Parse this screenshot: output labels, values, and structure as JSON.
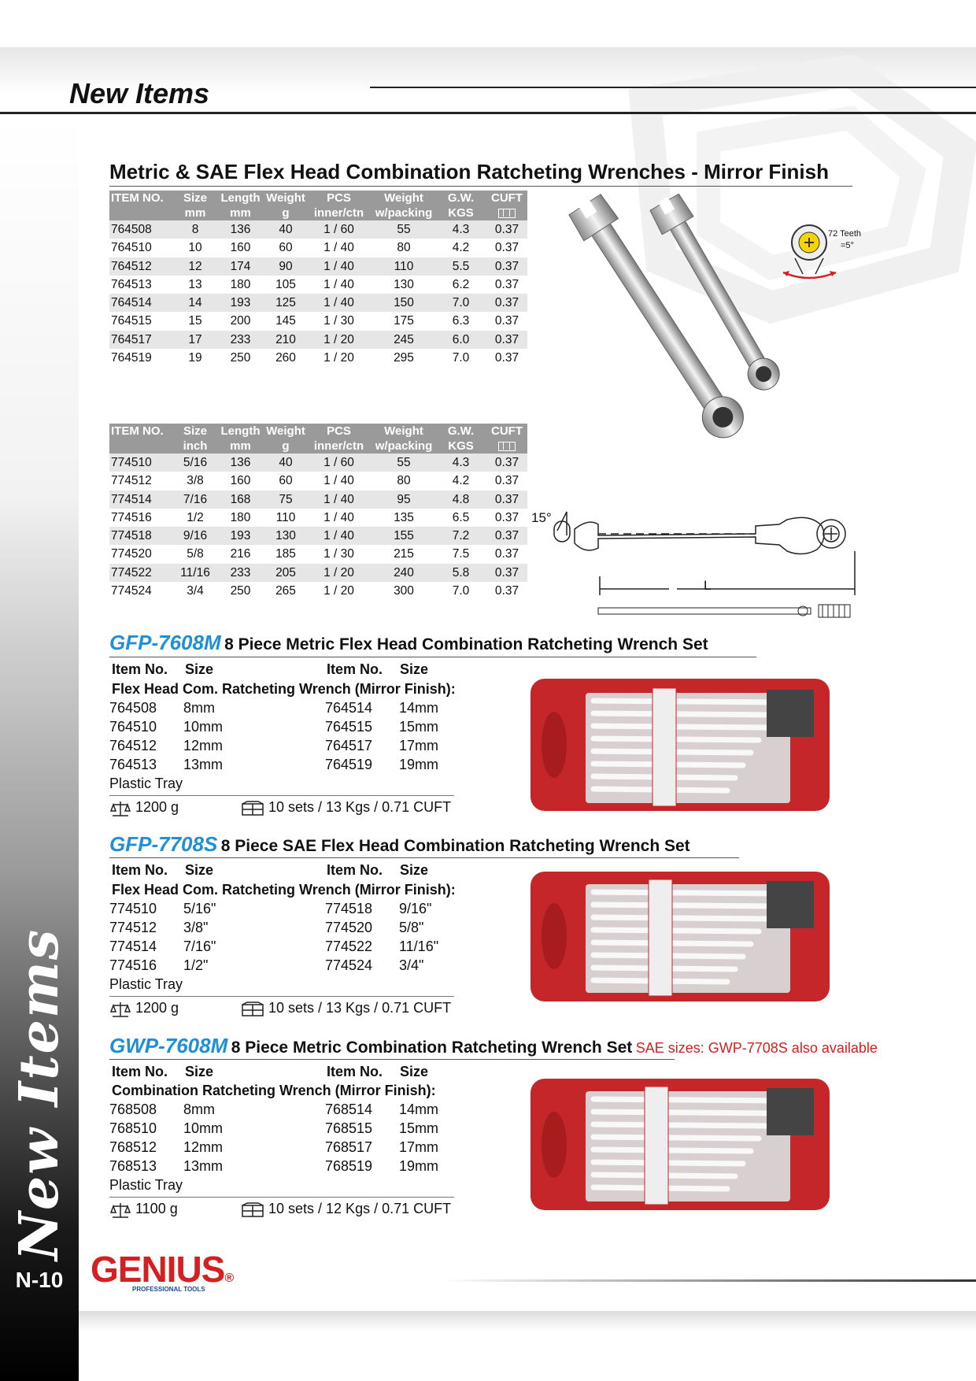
{
  "header": {
    "title": "New Items",
    "side_title": "New Items",
    "page_number": "N-10"
  },
  "section": {
    "title": "Metric & SAE Flex Head Combination Ratcheting Wrenches - Mirror Finish"
  },
  "metric_table": {
    "headers_top": [
      "ITEM NO.",
      "Size",
      "Length",
      "Weight",
      "PCS",
      "Weight",
      "G.W.",
      "CUFT"
    ],
    "headers_bottom": [
      "",
      "mm",
      "mm",
      "g",
      "inner/ctn",
      "w/packing",
      "KGS",
      ""
    ],
    "rows": [
      [
        "764508",
        "8",
        "136",
        "40",
        "1 / 60",
        "55",
        "4.3",
        "0.37"
      ],
      [
        "764510",
        "10",
        "160",
        "60",
        "1 / 40",
        "80",
        "4.2",
        "0.37"
      ],
      [
        "764512",
        "12",
        "174",
        "90",
        "1 / 40",
        "110",
        "5.5",
        "0.37"
      ],
      [
        "764513",
        "13",
        "180",
        "105",
        "1 / 40",
        "130",
        "6.2",
        "0.37"
      ],
      [
        "764514",
        "14",
        "193",
        "125",
        "1 / 40",
        "150",
        "7.0",
        "0.37"
      ],
      [
        "764515",
        "15",
        "200",
        "145",
        "1 / 30",
        "175",
        "6.3",
        "0.37"
      ],
      [
        "764517",
        "17",
        "233",
        "210",
        "1 / 20",
        "245",
        "6.0",
        "0.37"
      ],
      [
        "764519",
        "19",
        "250",
        "260",
        "1 / 20",
        "295",
        "7.0",
        "0.37"
      ]
    ]
  },
  "sae_table": {
    "headers_top": [
      "ITEM NO.",
      "Size",
      "Length",
      "Weight",
      "PCS",
      "Weight",
      "G.W.",
      "CUFT"
    ],
    "headers_bottom": [
      "",
      "inch",
      "mm",
      "g",
      "inner/ctn",
      "w/packing",
      "KGS",
      ""
    ],
    "rows": [
      [
        "774510",
        "5/16",
        "136",
        "40",
        "1 / 60",
        "55",
        "4.3",
        "0.37"
      ],
      [
        "774512",
        "3/8",
        "160",
        "60",
        "1 / 40",
        "80",
        "4.2",
        "0.37"
      ],
      [
        "774514",
        "7/16",
        "168",
        "75",
        "1 / 40",
        "95",
        "4.8",
        "0.37"
      ],
      [
        "774516",
        "1/2",
        "180",
        "110",
        "1 / 40",
        "135",
        "6.5",
        "0.37"
      ],
      [
        "774518",
        "9/16",
        "193",
        "130",
        "1 / 40",
        "155",
        "7.2",
        "0.37"
      ],
      [
        "774520",
        "5/8",
        "216",
        "185",
        "1 / 30",
        "215",
        "7.5",
        "0.37"
      ],
      [
        "774522",
        "11/16",
        "233",
        "205",
        "1 / 20",
        "240",
        "5.8",
        "0.37"
      ],
      [
        "774524",
        "3/4",
        "250",
        "265",
        "1 / 20",
        "300",
        "7.0",
        "0.37"
      ]
    ]
  },
  "diagram": {
    "teeth_label": "72 Teeth",
    "angle_label": "=5°",
    "tilt_label": "15°",
    "length_label": "L"
  },
  "sets": [
    {
      "code": "GFP-7608M",
      "title": "8 Piece Metric Flex Head Combination Ratcheting Wrench Set",
      "note": "",
      "col_item": "Item No.",
      "col_size": "Size",
      "subtitle": "Flex Head Com. Ratcheting Wrench (Mirror Finish):",
      "left": [
        [
          "764508",
          "8mm"
        ],
        [
          "764510",
          "10mm"
        ],
        [
          "764512",
          "12mm"
        ],
        [
          "764513",
          "13mm"
        ]
      ],
      "right": [
        [
          "764514",
          "14mm"
        ],
        [
          "764515",
          "15mm"
        ],
        [
          "764517",
          "17mm"
        ],
        [
          "764519",
          "19mm"
        ]
      ],
      "tray": "Plastic Tray",
      "weight": "1200 g",
      "packing": "10 sets / 13 Kgs / 0.71 CUFT"
    },
    {
      "code": "GFP-7708S",
      "title": "8 Piece SAE Flex Head Combination Ratcheting Wrench Set",
      "note": "",
      "col_item": "Item No.",
      "col_size": "Size",
      "subtitle": "Flex Head Com. Ratcheting Wrench (Mirror Finish):",
      "left": [
        [
          "774510",
          "5/16\""
        ],
        [
          "774512",
          "3/8\""
        ],
        [
          "774514",
          "7/16\""
        ],
        [
          "774516",
          "1/2\""
        ]
      ],
      "right": [
        [
          "774518",
          "9/16\""
        ],
        [
          "774520",
          "5/8\""
        ],
        [
          "774522",
          "11/16\""
        ],
        [
          "774524",
          "3/4\""
        ]
      ],
      "tray": "Plastic Tray",
      "weight": "1200 g",
      "packing": "10 sets / 13 Kgs / 0.71 CUFT"
    },
    {
      "code": "GWP-7608M",
      "title": "8 Piece Metric Combination Ratcheting Wrench Set",
      "note": "SAE sizes: GWP-7708S also available",
      "col_item": "Item No.",
      "col_size": "Size",
      "subtitle": "Combination Ratcheting Wrench (Mirror Finish):",
      "left": [
        [
          "768508",
          "8mm"
        ],
        [
          "768510",
          "10mm"
        ],
        [
          "768512",
          "12mm"
        ],
        [
          "768513",
          "13mm"
        ]
      ],
      "right": [
        [
          "768514",
          "14mm"
        ],
        [
          "768515",
          "15mm"
        ],
        [
          "768517",
          "17mm"
        ],
        [
          "768519",
          "19mm"
        ]
      ],
      "tray": "Plastic Tray",
      "weight": "1100 g",
      "packing": "10 sets / 12 Kgs / 0.71 CUFT"
    }
  ],
  "logo": {
    "name": "GENIUS",
    "mark": "®",
    "sub": "PROFESSIONAL TOOLS"
  },
  "icons": {
    "weight": "scale-icon",
    "packing": "carton-icon",
    "cuft": "box-icon"
  },
  "colors": {
    "code_blue": "#1f8fd6",
    "note_red": "#d42020",
    "tray_red": "#c4262a",
    "table_header": "#9a9a9a"
  }
}
